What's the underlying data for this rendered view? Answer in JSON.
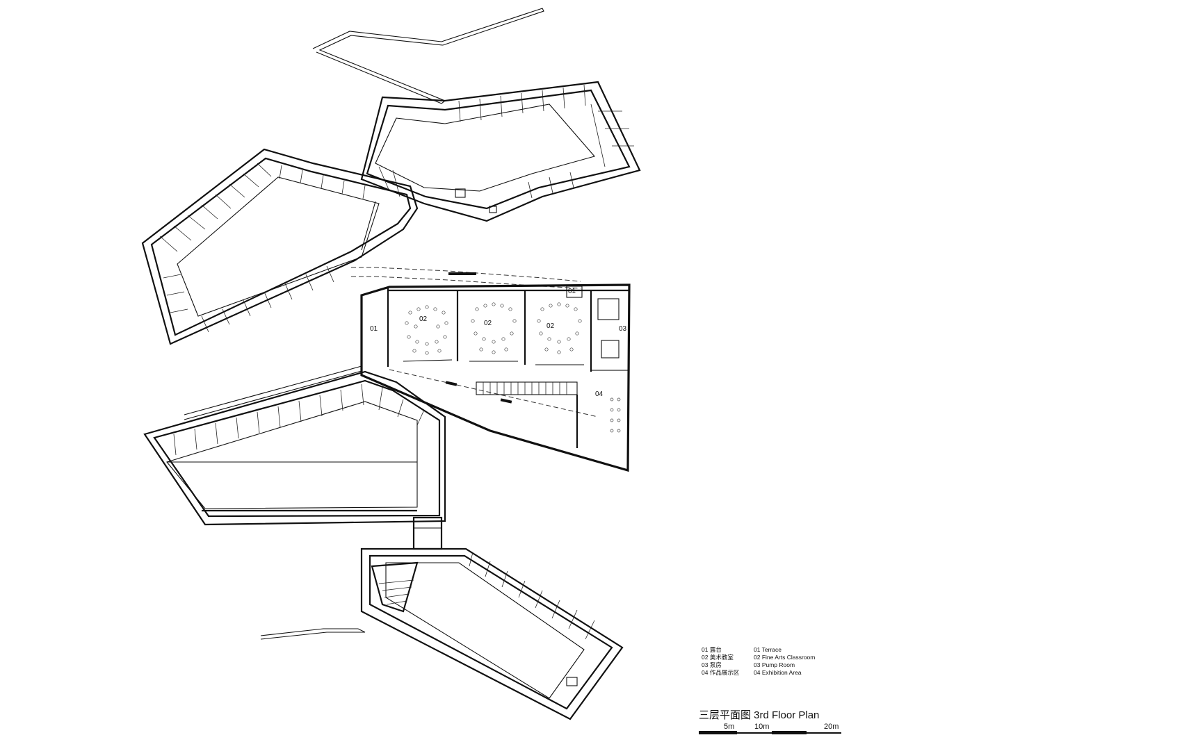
{
  "plan": {
    "title": "三层平面图 3rd Floor Plan",
    "rooms": [
      {
        "code": "01",
        "cn": "露台",
        "en": "Terrace"
      },
      {
        "code": "02",
        "cn": "美术教室",
        "en": "Fine Arts Classroom"
      },
      {
        "code": "03",
        "cn": "泵房",
        "en": "Pump Room"
      },
      {
        "code": "04",
        "cn": "作品展示区",
        "en": "Exhibition Area"
      }
    ],
    "room_tags": {
      "terrace_west": "01",
      "terrace_north": "01",
      "classroom_a": "02",
      "classroom_b": "02",
      "classroom_c": "02",
      "pump_room": "03",
      "exhibition": "04"
    }
  },
  "legend": {
    "cn": [
      "01 露台",
      "02 美术教室",
      "03 泵房",
      "04 作品展示区"
    ],
    "en": [
      "01 Terrace",
      "02 Fine Arts Classroom",
      "03 Pump Room",
      "04 Exhibition Area"
    ]
  },
  "scale_bar": {
    "labels": [
      "5m",
      "10m",
      "20m"
    ]
  }
}
